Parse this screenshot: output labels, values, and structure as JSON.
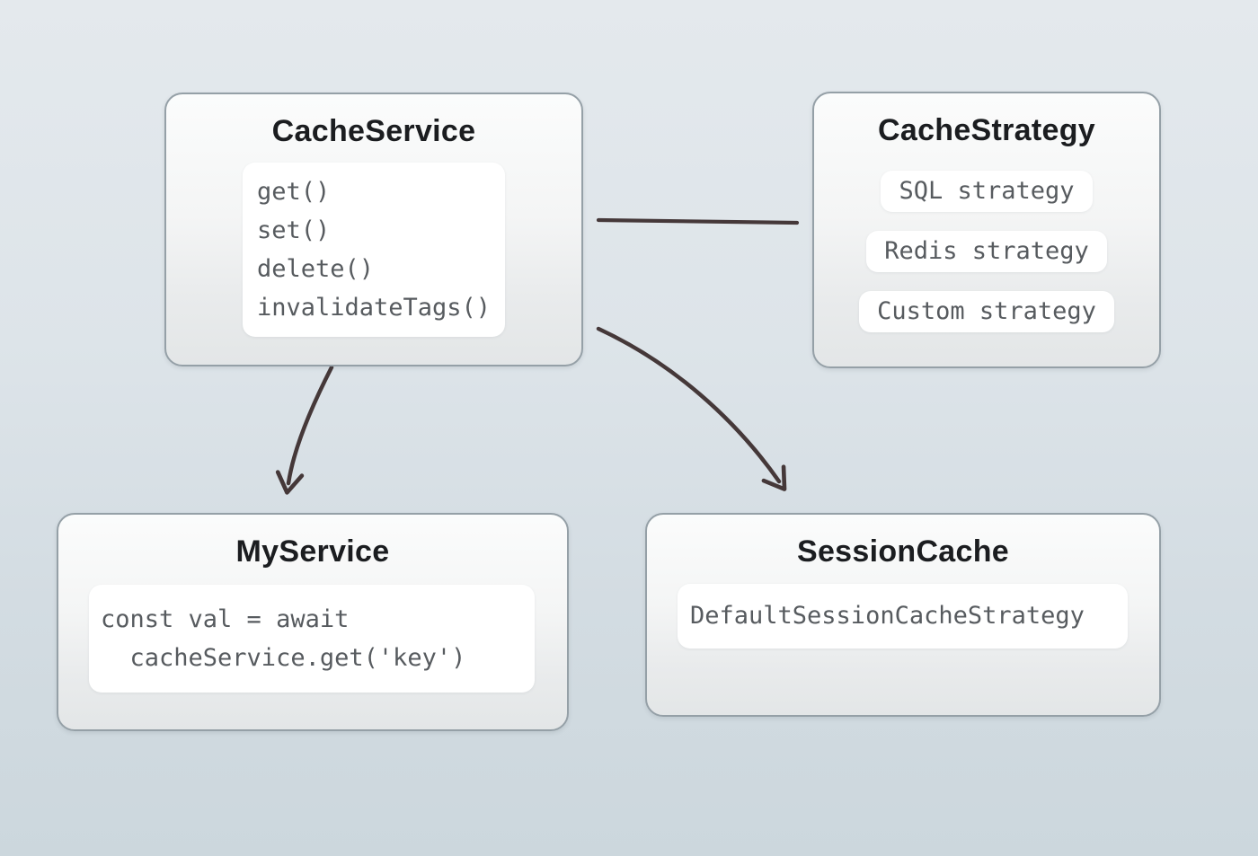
{
  "diagram": {
    "nodes": {
      "cache_service": {
        "title": "CacheService",
        "methods": [
          "get()",
          "set()",
          "delete()",
          "invalidateTags()"
        ]
      },
      "cache_strategy": {
        "title": "CacheStrategy",
        "strategies": [
          "SQL strategy",
          "Redis strategy",
          "Custom strategy"
        ]
      },
      "my_service": {
        "title": "MyService",
        "code_lines": [
          "const val = await",
          "  cacheService.get('key')"
        ]
      },
      "session_cache": {
        "title": "SessionCache",
        "strategy_label": "DefaultSessionCacheStrategy"
      }
    },
    "edges": [
      {
        "from": "CacheService",
        "to": "CacheStrategy",
        "style": "plain-line"
      },
      {
        "from": "CacheService",
        "to": "MyService",
        "style": "curved-arrow"
      },
      {
        "from": "CacheService",
        "to": "SessionCache",
        "style": "curved-arrow"
      }
    ],
    "colors": {
      "connector": "#453839",
      "code_text": "#575b5f",
      "title_text": "#1b1d20",
      "card_border": "#95a0a7",
      "panel_background": "#ffffff",
      "background_top": "#e4e9ed",
      "background_bottom": "#ccd7dd"
    }
  }
}
